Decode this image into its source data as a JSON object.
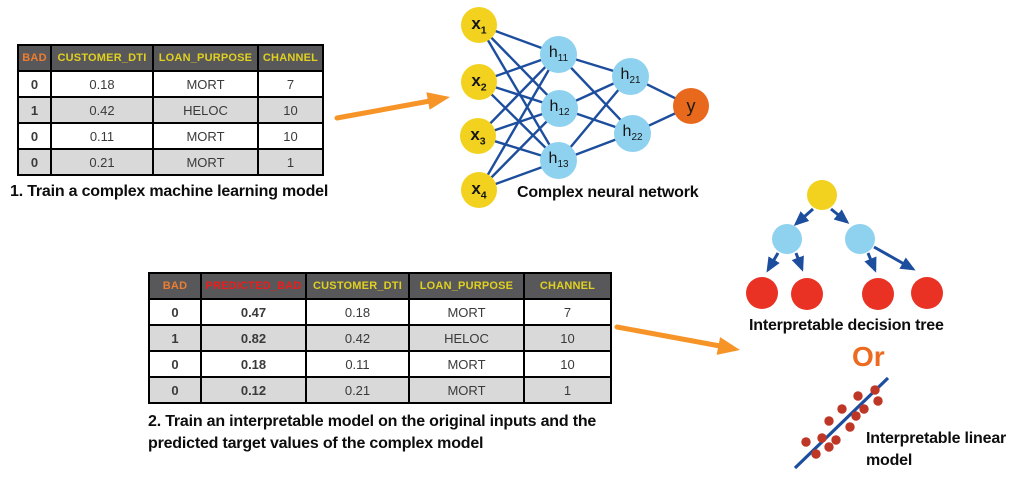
{
  "colors": {
    "header_bg": "#58585a",
    "header_yellow": "#e0d020",
    "accent_orange": "#ed7d31",
    "predicted_red": "#ee1c1c",
    "row_alt_gray": "#d9d9d9",
    "edge_blue": "#1d4e9e",
    "node_yellow": "#f2d21e",
    "node_light_blue": "#8fd2f0",
    "output_orange": "#e8681c",
    "leaf_red": "#e93223",
    "scatter_dot_red": "#be3726",
    "flow_arrow_orange": "#f79428",
    "or_orange": "#ed6b21"
  },
  "table1": {
    "headers": [
      "BAD",
      "CUSTOMER_DTI",
      "LOAN_PURPOSE",
      "CHANNEL"
    ],
    "rows": [
      [
        "0",
        "0.18",
        "MORT",
        "7"
      ],
      [
        "1",
        "0.42",
        "HELOC",
        "10"
      ],
      [
        "0",
        "0.11",
        "MORT",
        "10"
      ],
      [
        "0",
        "0.21",
        "MORT",
        "1"
      ]
    ],
    "caption": "1. Train a complex machine learning model"
  },
  "table2": {
    "headers": [
      "BAD",
      "PREDICTED_BAD",
      "CUSTOMER_DTI",
      "LOAN_PURPOSE",
      "CHANNEL"
    ],
    "rows": [
      [
        "0",
        "0.47",
        "0.18",
        "MORT",
        "7"
      ],
      [
        "1",
        "0.82",
        "0.42",
        "HELOC",
        "10"
      ],
      [
        "0",
        "0.18",
        "0.11",
        "MORT",
        "10"
      ],
      [
        "0",
        "0.12",
        "0.21",
        "MORT",
        "1"
      ]
    ],
    "caption_line1": "2. Train an interpretable model on the original inputs and the",
    "caption_line2": "predicted target values of the complex model"
  },
  "network": {
    "caption": "Complex neural network",
    "inputs": [
      {
        "main": "x",
        "sub": "1"
      },
      {
        "main": "x",
        "sub": "2"
      },
      {
        "main": "x",
        "sub": "3"
      },
      {
        "main": "x",
        "sub": "4"
      }
    ],
    "hidden1": [
      {
        "main": "h",
        "sub": "11"
      },
      {
        "main": "h",
        "sub": "12"
      },
      {
        "main": "h",
        "sub": "13"
      }
    ],
    "hidden2": [
      {
        "main": "h",
        "sub": "21"
      },
      {
        "main": "h",
        "sub": "22"
      }
    ],
    "output_label": "y"
  },
  "tree": {
    "caption": "Interpretable decision tree"
  },
  "or_label": "Or",
  "linear": {
    "caption_line1": "Interpretable linear",
    "caption_line2": "model"
  }
}
